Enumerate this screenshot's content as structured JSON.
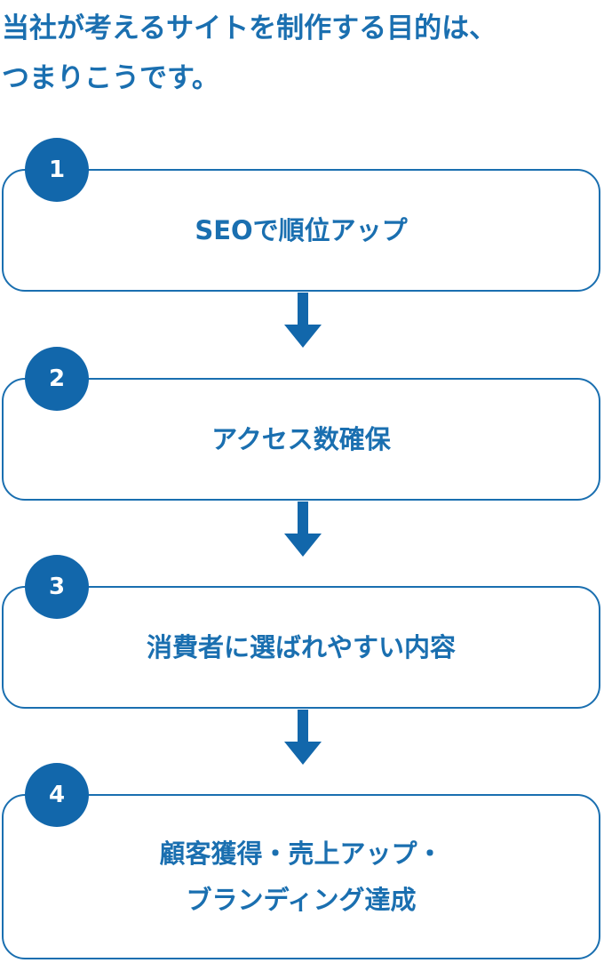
{
  "heading": {
    "line1": "当社が考えるサイトを制作する目的は、",
    "line2": "つまりこうです。"
  },
  "steps": [
    {
      "number": "1",
      "lines": [
        "SEOで順位アップ"
      ]
    },
    {
      "number": "2",
      "lines": [
        "アクセス数確保"
      ]
    },
    {
      "number": "3",
      "lines": [
        "消費者に選ばれやすい内容"
      ]
    },
    {
      "number": "4",
      "lines": [
        "顧客獲得・売上アップ・",
        "ブランディング達成"
      ]
    }
  ],
  "colors": {
    "accent": "#1a6fb0",
    "badge": "#1267ab",
    "arrow": "#1267ab"
  },
  "icons": {
    "connector": "arrow-down-icon"
  }
}
